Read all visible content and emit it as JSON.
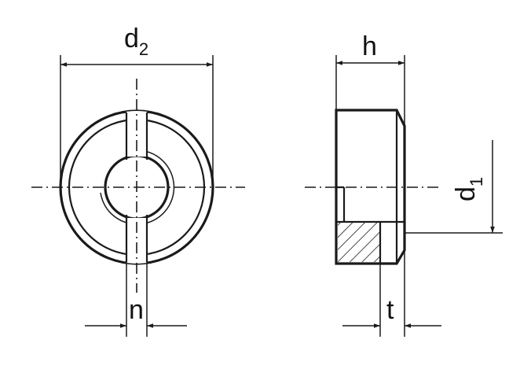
{
  "front_view": {
    "dim_outer_diameter": {
      "label": "d",
      "subscript": "2"
    },
    "dim_slot_width": {
      "label": "n"
    }
  },
  "side_view": {
    "dim_height": {
      "label": "h"
    },
    "dim_inner_diameter": {
      "label": "d",
      "subscript": "1"
    },
    "dim_slot_depth": {
      "label": "t"
    }
  }
}
